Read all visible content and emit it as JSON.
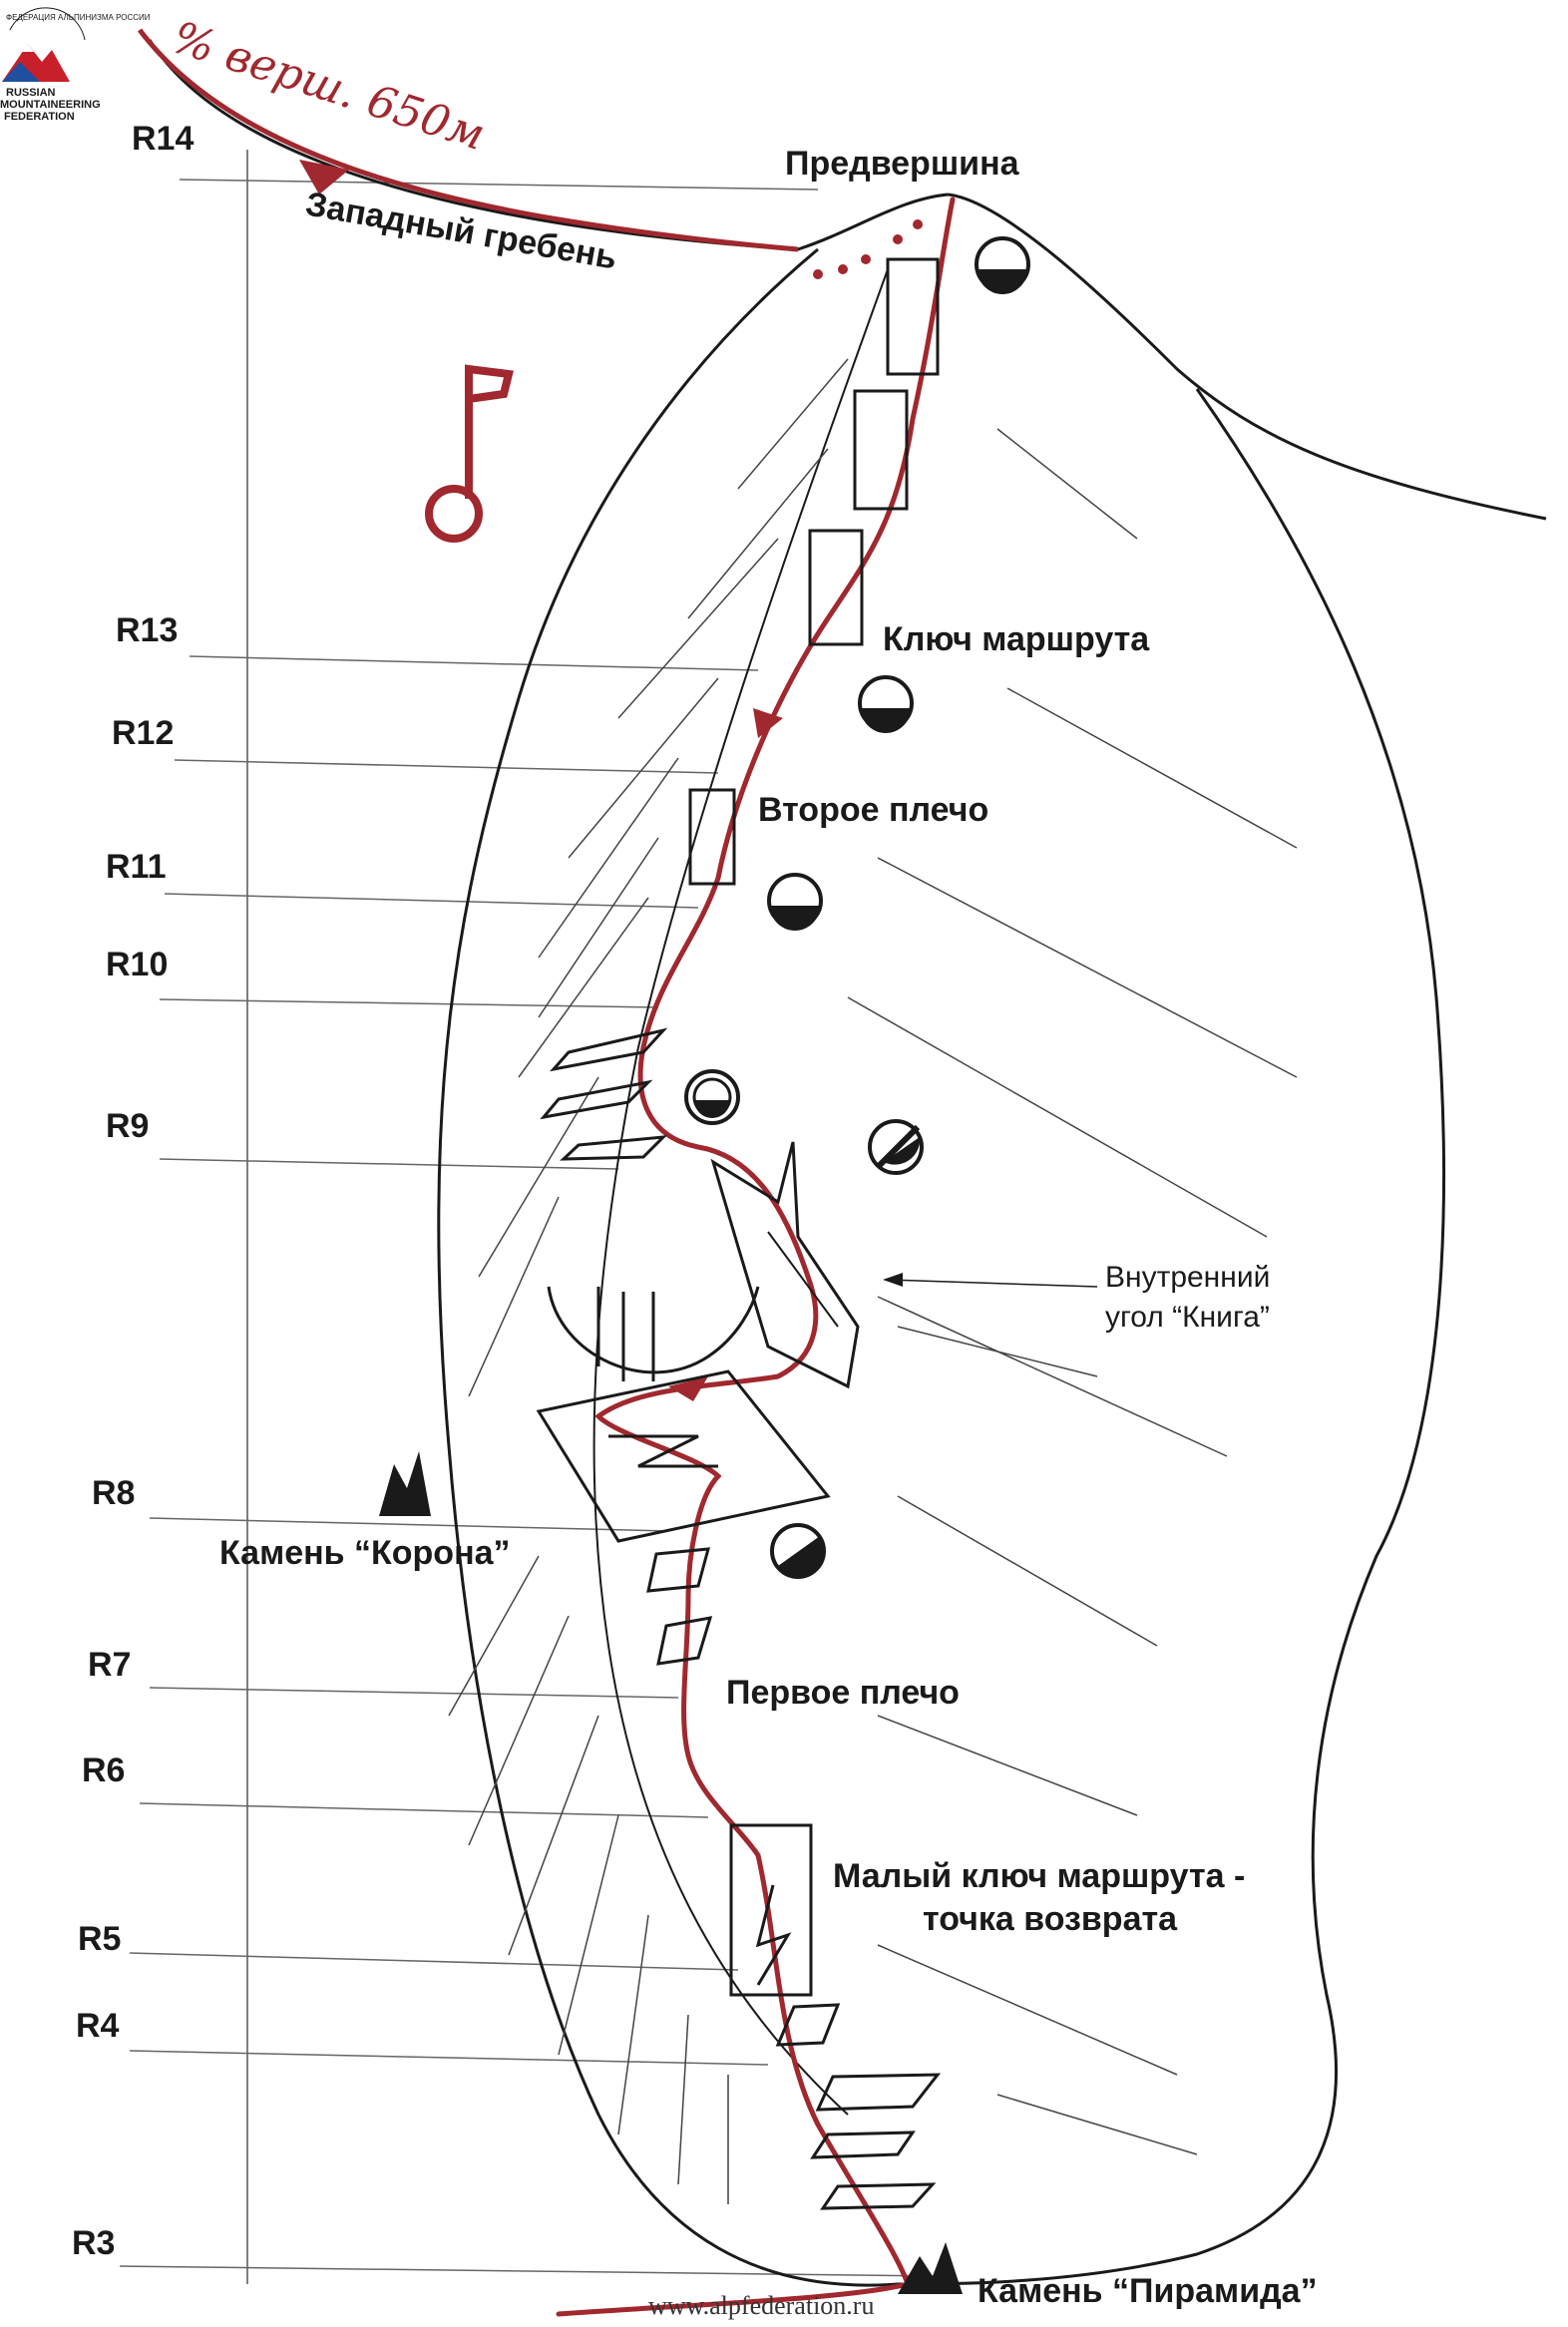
{
  "logo": {
    "arc_text": "ФЕДЕРАЦИЯ АЛЬПИНИЗМА РОССИИ",
    "line1": "RUSSIAN",
    "line2": "MOUNTAINEERING",
    "line3": "FEDERATION"
  },
  "handwritten_note": "% верш. 650м",
  "labels": {
    "predvershina": "Предвершина",
    "west_ridge": "Западный гребень",
    "key": "Ключ маршрута",
    "second_shoulder": "Второе плечо",
    "inner_corner_1": "Внутренний",
    "inner_corner_2": "угол “Книга”",
    "stone_crown": "Камень “Корона”",
    "first_shoulder": "Первое плечо",
    "small_key_1": "Малый ключ маршрута -",
    "small_key_2": "точка возврата",
    "stone_pyramid": "Камень “Пирамида”"
  },
  "sections": [
    {
      "label": "R14"
    },
    {
      "label": "R13"
    },
    {
      "label": "R12"
    },
    {
      "label": "R11"
    },
    {
      "label": "R10"
    },
    {
      "label": "R9"
    },
    {
      "label": "R8"
    },
    {
      "label": "R7"
    },
    {
      "label": "R6"
    },
    {
      "label": "R5"
    },
    {
      "label": "R4"
    },
    {
      "label": "R3"
    }
  ],
  "footer": "www.alpfederation.ru",
  "colors": {
    "route": "#a0282e",
    "ink": "#1a1a1a",
    "logo_red": "#c8202a",
    "logo_blue": "#1f4fa0"
  }
}
